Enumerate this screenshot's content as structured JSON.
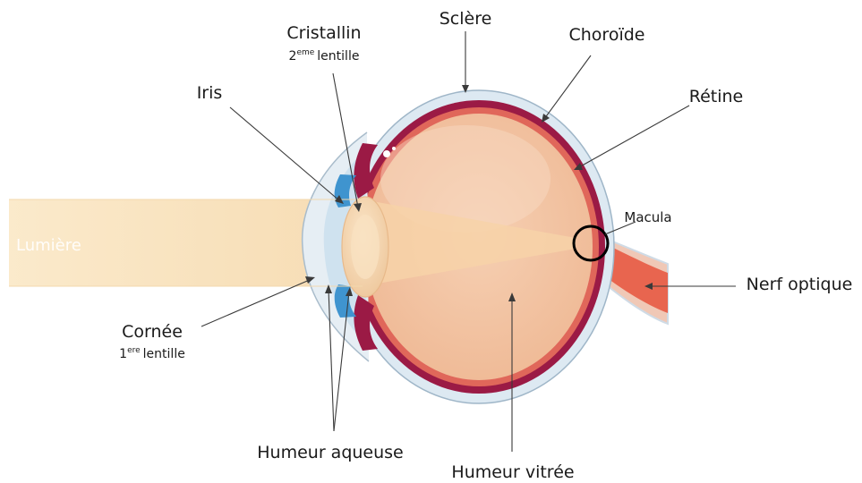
{
  "labels": {
    "light": "Lumière",
    "sclera": "Sclère",
    "choroid": "Choroïde",
    "retina": "Rétine",
    "lens": "Cristallin",
    "lens_sub_prefix": "2",
    "lens_sub_sup": "eme",
    "lens_sub_word": "lentille",
    "iris": "Iris",
    "macula": "Macula",
    "optic_nerve": "Nerf optique",
    "cornea": "Cornée",
    "cornea_sub_prefix": "1",
    "cornea_sub_sup": "ere",
    "cornea_sub_word": "lentille",
    "aqueous_humor": "Humeur aqueuse",
    "vitreous_humor": "Humeur vitrée"
  },
  "colors": {
    "light_beam": "#f8dfb0",
    "sclera": "#dde9f2",
    "choroid": "#9b1a45",
    "retina": "#e0675a",
    "vitreous": "#f3c3a2",
    "lens": "#f6d9b7",
    "iris": "#3f94cf",
    "optic_nerve": "#e8654f",
    "macula_ring": "#000000"
  }
}
